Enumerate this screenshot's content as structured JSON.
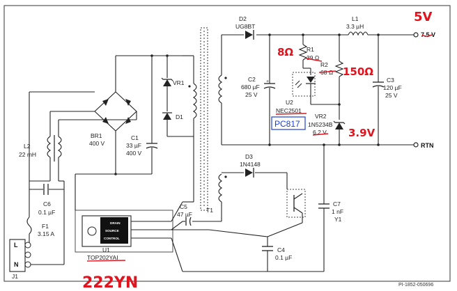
{
  "schematic": {
    "components": {
      "d2": {
        "ref": "D2",
        "value": "UG8BT"
      },
      "l1": {
        "ref": "L1",
        "value": "3.3 µH"
      },
      "out_voltage": "7.5 V",
      "rtn": "RTN",
      "r1": {
        "ref": "R1",
        "value": "39 Ω"
      },
      "r2": {
        "ref": "R2",
        "value": "68 Ω"
      },
      "c2": {
        "ref": "C2",
        "value": "680 µF",
        "voltage": "25 V"
      },
      "c3": {
        "ref": "C3",
        "value": "120 µF",
        "voltage": "25 V"
      },
      "u2": {
        "ref": "U2",
        "value": "NEC2501"
      },
      "vr2": {
        "ref": "VR2",
        "value": "1N5234B",
        "voltage": "6.2 V"
      },
      "vr1": {
        "ref": "VR1"
      },
      "d1": {
        "ref": "D1"
      },
      "br1": {
        "ref": "BR1",
        "value": "400 V"
      },
      "c1": {
        "ref": "C1",
        "value": "33 µF",
        "voltage": "400 V"
      },
      "l2": {
        "ref": "L2",
        "value": "22 mH"
      },
      "c6": {
        "ref": "C6",
        "value": "0.1 µF"
      },
      "f1": {
        "ref": "F1",
        "value": "3.15 A"
      },
      "j1": {
        "ref": "J1",
        "pin_l": "L",
        "pin_n": "N"
      },
      "d3": {
        "ref": "D3",
        "value": "1N4148"
      },
      "c5": {
        "ref": "C5",
        "value": "47 µF"
      },
      "t1": {
        "ref": "T1"
      },
      "c7": {
        "ref": "C7",
        "value": "1 nF",
        "class": "Y1"
      },
      "c4": {
        "ref": "C4",
        "value": "0.1 µF"
      },
      "u1": {
        "ref": "U1",
        "value": "TOP202YAI",
        "pin_drain": "DRAIN",
        "pin_source": "SOURCE",
        "pin_control": "CONTROL"
      }
    },
    "doc_number": "PI-1852-050696"
  },
  "annotations": {
    "out_5v": "5V",
    "r1_note": "8Ω",
    "r2_note": "150Ω",
    "vr2_note": "3.9V",
    "u2_box": "PC817",
    "u1_note": "222YN"
  },
  "colors": {
    "wire": "#222222",
    "annotation": "#e0141e",
    "u2_box": "#1a3fd6"
  }
}
